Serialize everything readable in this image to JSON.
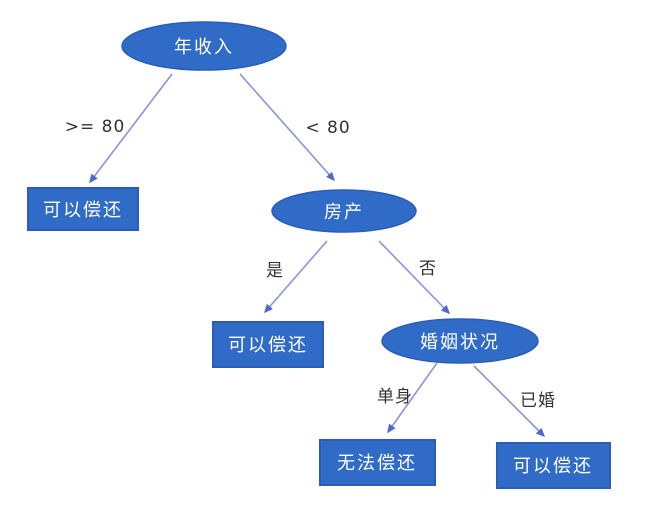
{
  "diagram": {
    "type": "decision-tree",
    "background": "#ffffff",
    "colors": {
      "node_fill": "#2f6bc7",
      "node_border": "#2b5cb8",
      "node_text": "#ffffff",
      "arrow_line": "#8a93dd",
      "arrow_head": "#4f68cf",
      "edge_label_text": "#333333"
    },
    "nodes": {
      "root": {
        "label": "年收入",
        "shape": "ellipse"
      },
      "repay_high_income": {
        "label": "可以偿还",
        "shape": "rect"
      },
      "property": {
        "label": "房产",
        "shape": "ellipse"
      },
      "repay_has_property": {
        "label": "可以偿还",
        "shape": "rect"
      },
      "marital_status": {
        "label": "婚姻状况",
        "shape": "ellipse"
      },
      "cannot_repay_single": {
        "label": "无法偿还",
        "shape": "rect"
      },
      "repay_married": {
        "label": "可以偿还",
        "shape": "rect"
      }
    },
    "edges": {
      "income_ge_80": {
        "label": ">= 80",
        "from": "root",
        "to": "repay_high_income"
      },
      "income_lt_80": {
        "label": "< 80",
        "from": "root",
        "to": "property"
      },
      "property_yes": {
        "label": "是",
        "from": "property",
        "to": "repay_has_property"
      },
      "property_no": {
        "label": "否",
        "from": "property",
        "to": "marital_status"
      },
      "single": {
        "label": "单身",
        "from": "marital_status",
        "to": "cannot_repay_single"
      },
      "married": {
        "label": "已婚",
        "from": "marital_status",
        "to": "repay_married"
      }
    }
  }
}
